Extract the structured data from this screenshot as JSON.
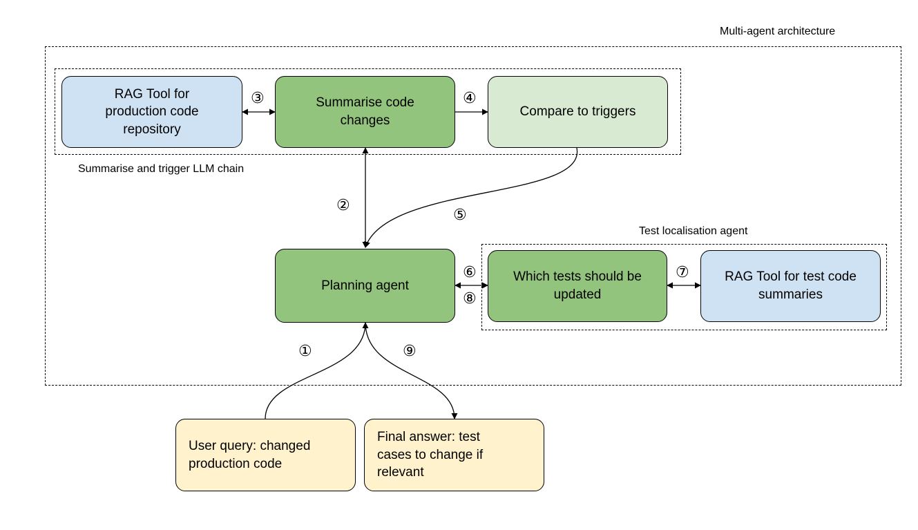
{
  "groups": {
    "multi_agent": "Multi-agent architecture",
    "summarise_chain": "Summarise and trigger LLM chain",
    "test_localisation": "Test localisation agent"
  },
  "nodes": {
    "rag_prod": "RAG Tool for\nproduction code\nrepository",
    "summarise": "Summarise code\nchanges",
    "compare": "Compare to triggers",
    "planning": "Planning agent",
    "which_tests": "Which tests should be\nupdated",
    "rag_test": "RAG Tool for test code\nsummaries",
    "user_query": "User query: changed\nproduction code",
    "final_answer": "Final answer: test\ncases to change if\nrelevant"
  },
  "steps": {
    "s1": "①",
    "s2": "②",
    "s3": "③",
    "s4": "④",
    "s5": "⑤",
    "s6": "⑥",
    "s7": "⑦",
    "s8": "⑧",
    "s9": "⑨"
  },
  "colors": {
    "blue": "#cfe2f3",
    "green": "#93c47d",
    "light_green": "#d9ead3",
    "yellow": "#fff2cc"
  }
}
